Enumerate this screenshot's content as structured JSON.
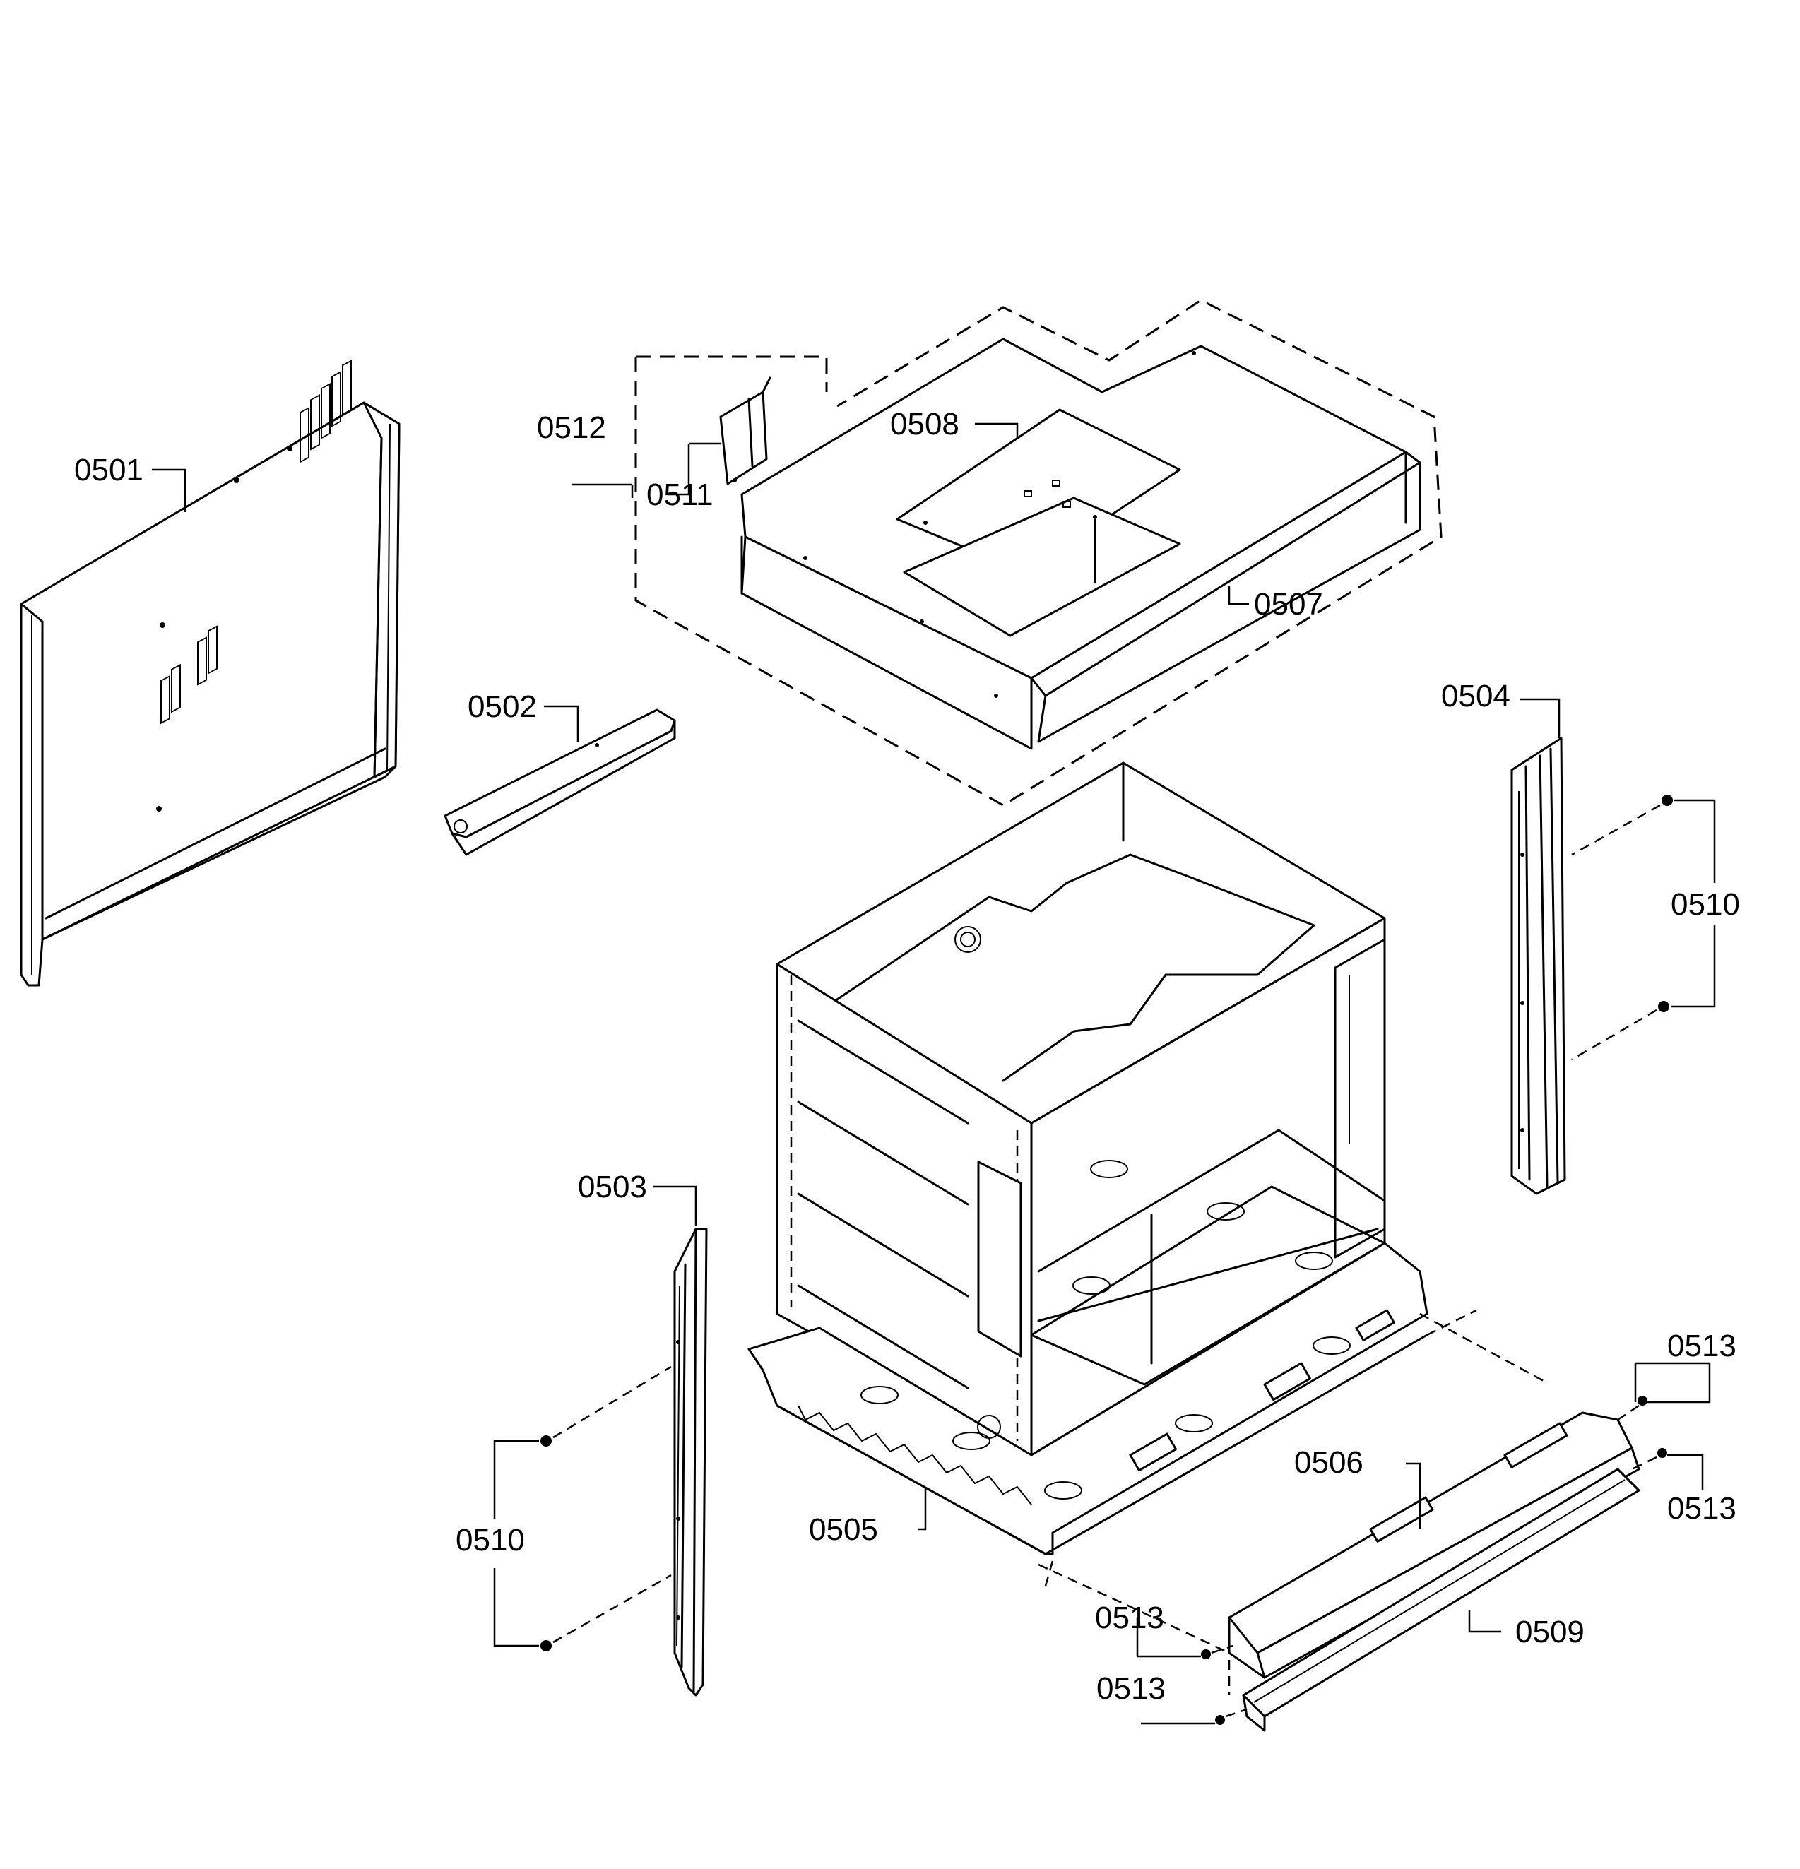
{
  "diagram": {
    "labels": {
      "p0501": "0501",
      "p0502": "0502",
      "p0503": "0503",
      "p0504": "0504",
      "p0505": "0505",
      "p0506": "0506",
      "p0507": "0507",
      "p0508": "0508",
      "p0509": "0509",
      "p0510_right": "0510",
      "p0510_left": "0510",
      "p0511": "0511",
      "p0512": "0512",
      "p0513_a": "0513",
      "p0513_b": "0513",
      "p0513_c": "0513",
      "p0513_d": "0513"
    }
  }
}
